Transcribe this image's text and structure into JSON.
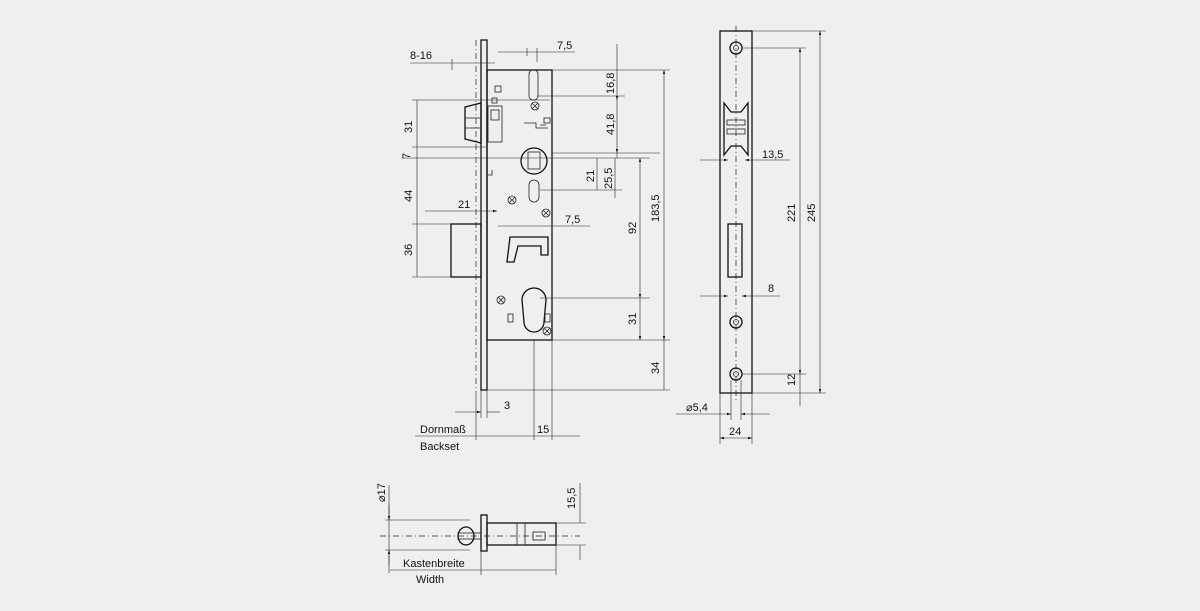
{
  "front_view": {
    "dim_7_5_top": "7,5",
    "dim_8_16": "8-16",
    "dim_16_8": "16,8",
    "dim_41_8": "41,8",
    "dim_31_top": "31",
    "dim_7_left": "7",
    "dim_21_right": "21",
    "dim_25_5": "25,5",
    "dim_44": "44",
    "dim_21_left": "21",
    "dim_7_5_mid": "7,5",
    "dim_92": "92",
    "dim_183_5": "183,5",
    "dim_36": "36",
    "dim_31_bottom": "31",
    "dim_34": "34",
    "dim_3": "3",
    "dim_15": "15",
    "label_dornmass": "Dornmaß",
    "label_backset": "Backset"
  },
  "side_view": {
    "dim_13_5": "13,5",
    "dim_221": "221",
    "dim_245": "245",
    "dim_8": "8",
    "dim_12": "12",
    "dim_dia_5_4": "⌀5,4",
    "dim_24": "24"
  },
  "top_view": {
    "dim_dia_17": "⌀17",
    "dim_15_5": "15,5",
    "label_kastenbreite": "Kastenbreite",
    "label_width": "Width"
  }
}
